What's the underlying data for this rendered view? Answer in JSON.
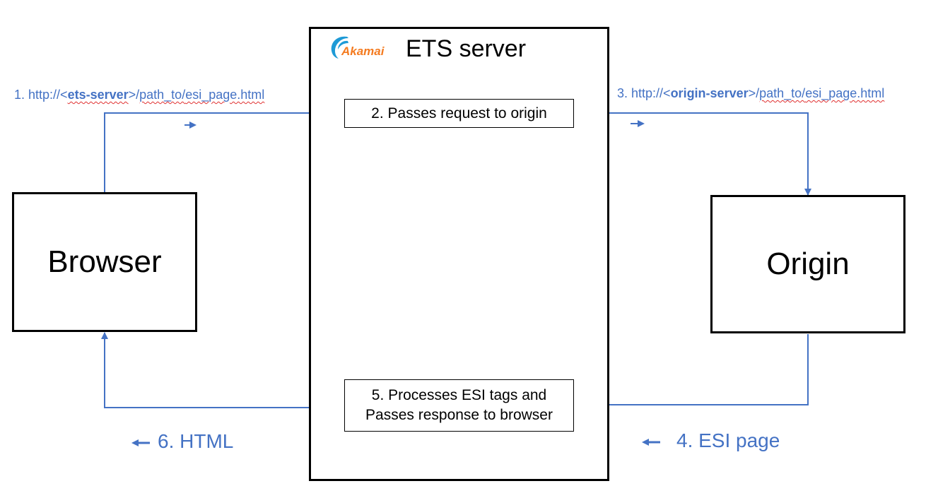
{
  "server": {
    "logo_text": "Akamai",
    "title": "ETS server"
  },
  "browser": {
    "label": "Browser"
  },
  "origin": {
    "label": "Origin"
  },
  "steps": {
    "step1": {
      "prefix": "1. http://<",
      "host": "ets-server",
      "suffix": ">/",
      "path_a": "path_to/",
      "path_b": "esi_page.html"
    },
    "step2": "2. Passes request to origin",
    "step3": {
      "prefix": "3. http://<",
      "host": "origin-server",
      "suffix": ">/",
      "path_a": "path_to/",
      "path_b": "esi_page.html"
    },
    "step4": "4. ESI page",
    "step5_line1": "5. Processes ESI tags and",
    "step5_line2": "Passes response to browser",
    "step6": "6. HTML"
  },
  "colors": {
    "arrow": "#4472c4",
    "label": "#4472c4",
    "spellcheck": "#e03030"
  }
}
